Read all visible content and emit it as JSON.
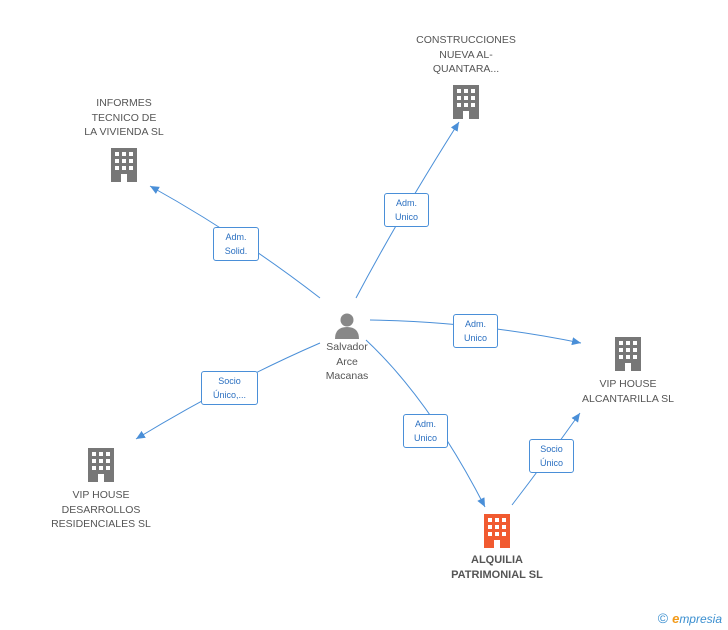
{
  "colors": {
    "edge": "#4a8fd8",
    "building": "#777777",
    "highlight": "#f15a30",
    "person": "#888888",
    "text": "#555555"
  },
  "person": {
    "name": "Salvador\nArce\nMacanas",
    "icon": "person-icon"
  },
  "companies": {
    "informes": {
      "name": "INFORMES\nTECNICO DE\nLA VIVIENDA SL",
      "icon": "building-icon"
    },
    "construcciones": {
      "name": "CONSTRUCCIONES\nNUEVA AL-\nQUANTARA...",
      "icon": "building-icon"
    },
    "vip_alcantarilla": {
      "name": "VIP HOUSE\nALCANTARILLA SL",
      "icon": "building-icon"
    },
    "vip_desarrollos": {
      "name": "VIP HOUSE\nDESARROLLOS\nRESIDENCIALES SL",
      "icon": "building-icon"
    },
    "alquilia": {
      "name": "ALQUILIA\nPATRIMONIAL SL",
      "icon": "building-icon"
    }
  },
  "relations": {
    "to_informes": "Adm.\nSolid.",
    "to_construcciones": "Adm.\nUnico",
    "to_vip_alcantarilla": "Adm.\nUnico",
    "to_vip_desarrollos": "Socio\nÚnico,...",
    "to_alquilia": "Adm.\nUnico",
    "alquilia_to_vip_alcantarilla": "Socio\nÚnico"
  },
  "brand": {
    "copyright": "©",
    "e": "e",
    "rest": "mpresia"
  }
}
